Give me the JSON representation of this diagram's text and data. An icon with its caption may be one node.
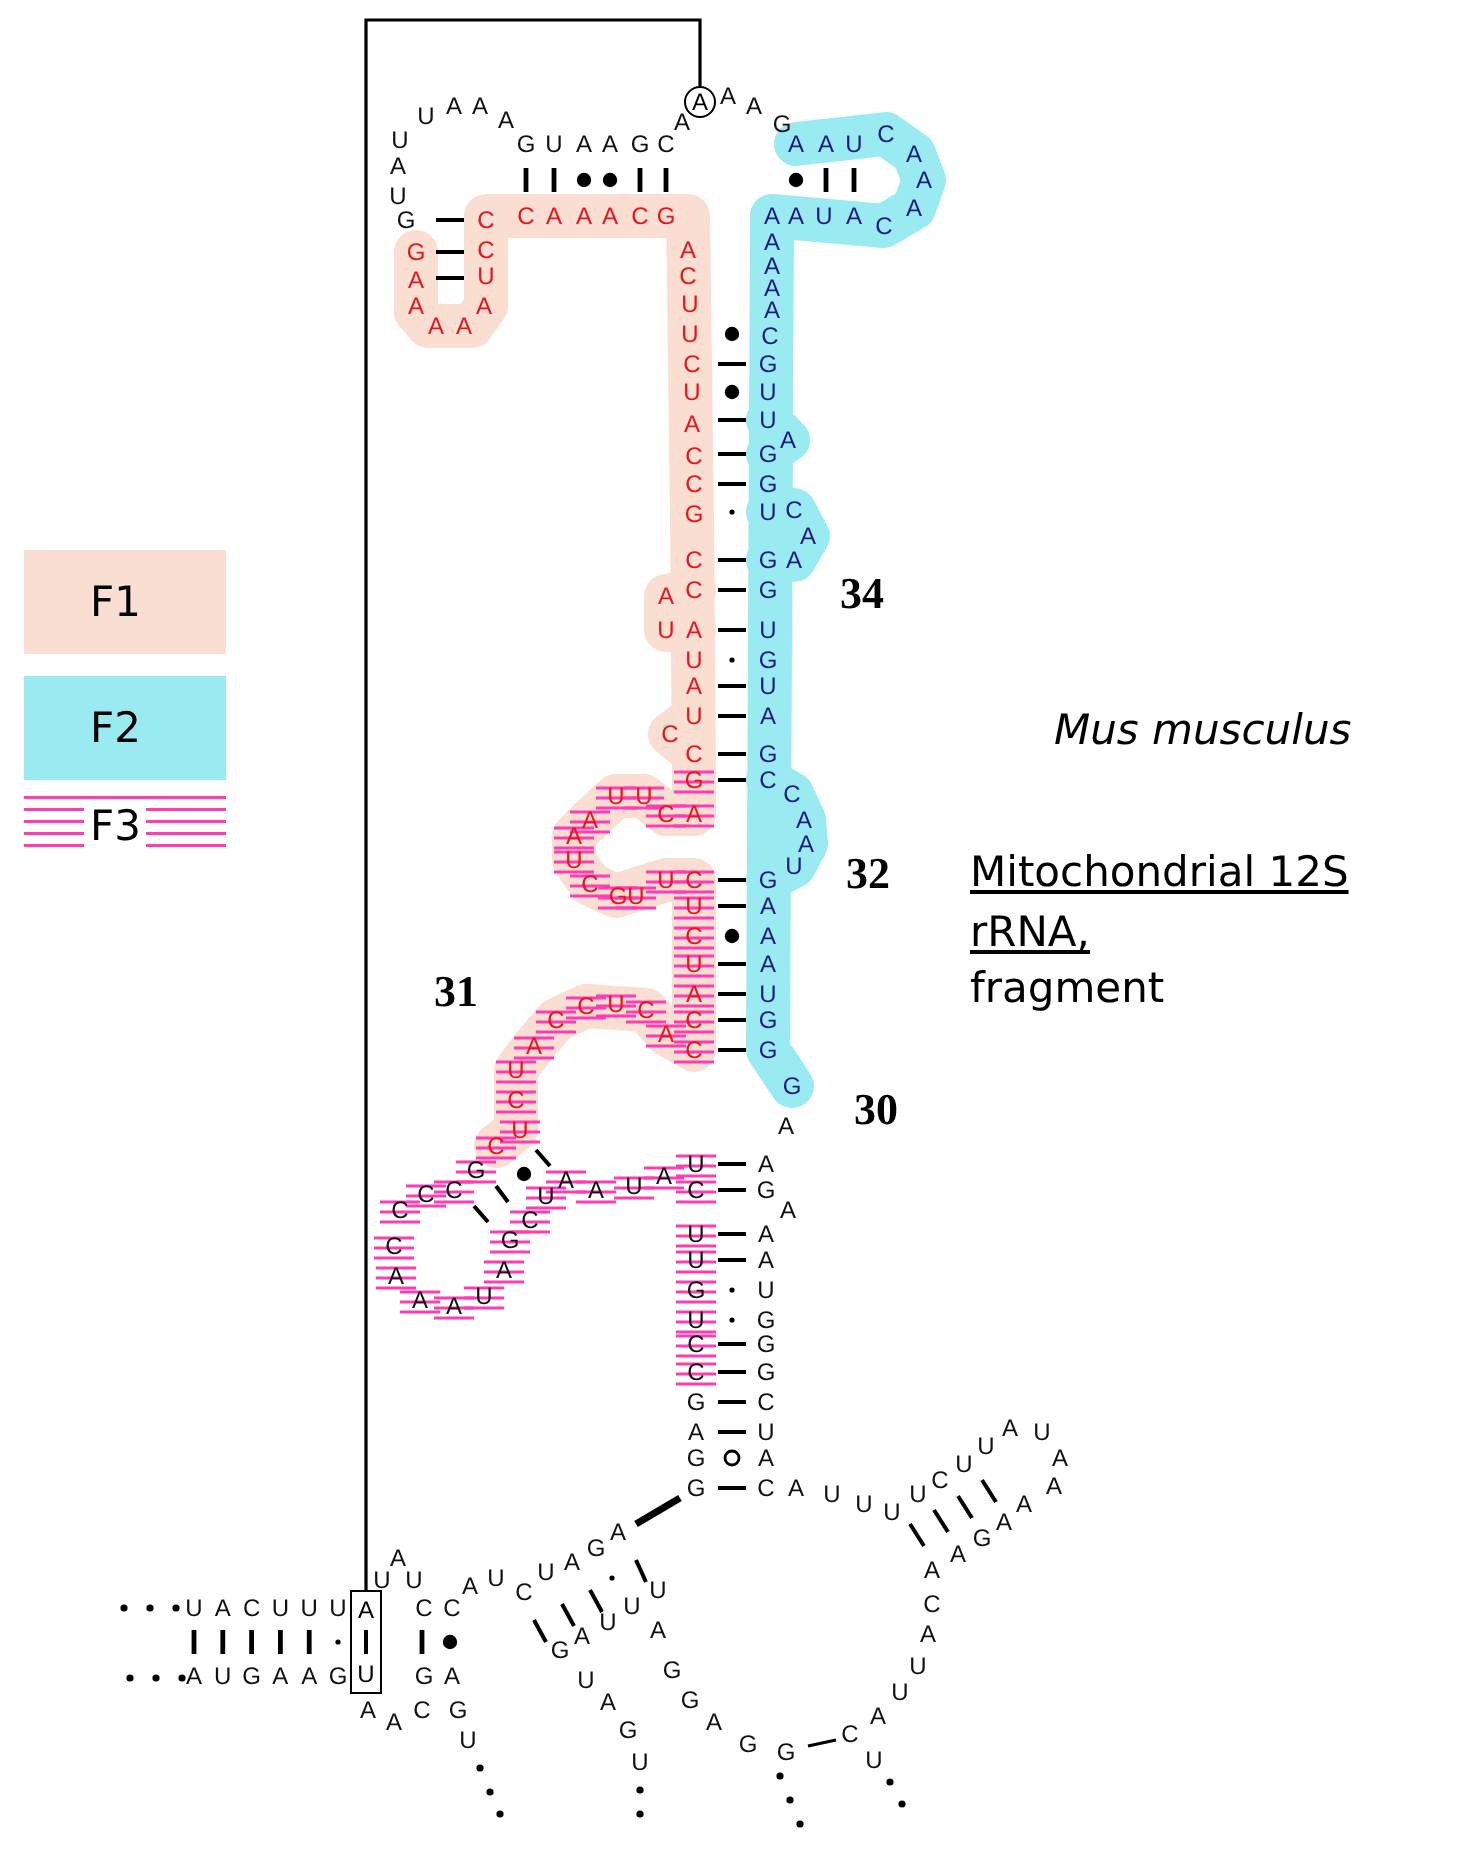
{
  "diagram": {
    "nodes": [
      {
        "text": [
          "A"
        ]
      },
      {
        "text": [
          "A",
          "U"
        ]
      }
    ],
    "edges": [
      {
        "from": 0,
        "to": 1,
        "arrow": "none"
      }
    ],
    "labels": [
      "U A U G",
      "U",
      "A A",
      "A",
      "G U A A G C",
      "A",
      "A",
      "A",
      "G",
      "A A U",
      "C",
      "A",
      "A",
      "A",
      "A U A",
      "C",
      "G A A",
      "C C U A",
      "A A",
      "C A A A C G",
      "A A A A A C G U U",
      "A C U U C U A C C G",
      "A",
      "G G U",
      "C A A",
      "C C",
      "A U",
      "G G U G U A G C",
      "A U A U",
      "C",
      "C G",
      "U U",
      "C A",
      "C A A U",
      "A",
      "A U",
      "C",
      "GU",
      "U C",
      "G A A A U G G",
      "U C U A C C",
      "C U C",
      "C",
      "A",
      "A",
      "U C U",
      "G",
      "A",
      "C",
      "G",
      "A A U A",
      "U C U U G U C C",
      "A G",
      "C C",
      "U",
      "A",
      "C",
      "C",
      "A A U G G G C U A C",
      "G A",
      "C A",
      "A",
      "A U",
      "G A G G",
      "A U",
      "U",
      "A",
      "U",
      "C",
      "A",
      "A U U U",
      "U",
      "A",
      "A",
      "A",
      "G",
      "G",
      "A",
      "A",
      "A",
      "A",
      "U",
      "A U",
      "U U",
      "U A G",
      "C",
      "C A U",
      "U",
      "U A C U U U",
      "C C",
      "U",
      "A",
      "G",
      "A U G A A G",
      "G A",
      "U",
      "U",
      "G",
      "A",
      "A A C",
      "G U",
      "A",
      "A",
      "G",
      "C",
      "G",
      "G",
      "U",
      "U",
      "34",
      "32",
      "31",
      "30",
      "Mus musculus",
      "Mitochondrial 12S rRNA,",
      "fragment"
    ],
    "legend": [
      {
        "text": "F1",
        "color": "#fbded2"
      },
      {
        "text": "F2",
        "color": "#9aeaf2"
      },
      {
        "text": "F3"
      }
    ]
  }
}
